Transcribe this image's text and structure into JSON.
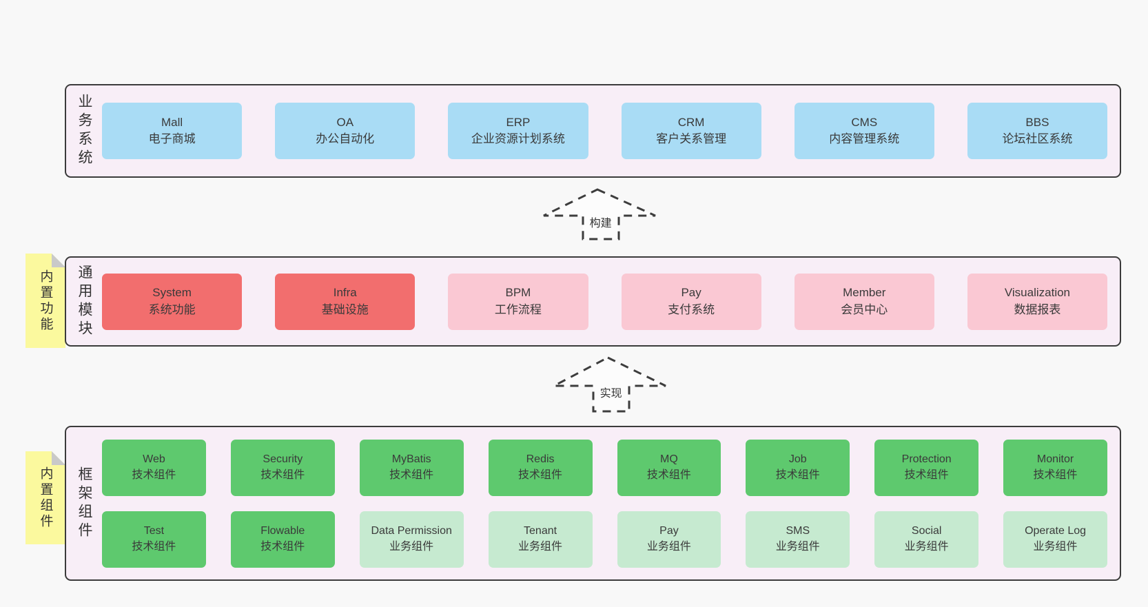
{
  "palette": {
    "background": "#f8f8f8",
    "band_fill": "#f8eef7",
    "band_border": "#3b3b3b",
    "business_box": "#a9dcf5",
    "core_module_box": "#f26e6e",
    "module_box": "#fac8d3",
    "tech_component_box": "#5ec96e",
    "biz_component_box": "#c6ead0",
    "sticky_note": "#fbf99e",
    "sticky_fold": "#c9c9c9",
    "text": "#3a3a3a"
  },
  "arrows": [
    {
      "label": "构建"
    },
    {
      "label": "实现"
    }
  ],
  "bands": [
    {
      "label": "业务系统",
      "boxes": [
        {
          "en": "Mall",
          "zh": "电子商城"
        },
        {
          "en": "OA",
          "zh": "办公自动化"
        },
        {
          "en": "ERP",
          "zh": "企业资源计划系统"
        },
        {
          "en": "CRM",
          "zh": "客户关系管理"
        },
        {
          "en": "CMS",
          "zh": "内容管理系统"
        },
        {
          "en": "BBS",
          "zh": "论坛社区系统"
        }
      ]
    },
    {
      "label": "通用模块",
      "sticky": "内置功能",
      "boxes": [
        {
          "en": "System",
          "zh": "系统功能"
        },
        {
          "en": "Infra",
          "zh": "基础设施"
        },
        {
          "en": "BPM",
          "zh": "工作流程"
        },
        {
          "en": "Pay",
          "zh": "支付系统"
        },
        {
          "en": "Member",
          "zh": "会员中心"
        },
        {
          "en": "Visualization",
          "zh": "数据报表"
        }
      ]
    },
    {
      "label": "框架组件",
      "sticky": "内置组件",
      "row1": [
        {
          "en": "Web",
          "zh": "技术组件"
        },
        {
          "en": "Security",
          "zh": "技术组件"
        },
        {
          "en": "MyBatis",
          "zh": "技术组件"
        },
        {
          "en": "Redis",
          "zh": "技术组件"
        },
        {
          "en": "MQ",
          "zh": "技术组件"
        },
        {
          "en": "Job",
          "zh": "技术组件"
        },
        {
          "en": "Protection",
          "zh": "技术组件"
        },
        {
          "en": "Monitor",
          "zh": "技术组件"
        }
      ],
      "row2": [
        {
          "en": "Test",
          "zh": "技术组件"
        },
        {
          "en": "Flowable",
          "zh": "技术组件"
        },
        {
          "en": "Data Permission",
          "zh": "业务组件"
        },
        {
          "en": "Tenant",
          "zh": "业务组件"
        },
        {
          "en": "Pay",
          "zh": "业务组件"
        },
        {
          "en": "SMS",
          "zh": "业务组件"
        },
        {
          "en": "Social",
          "zh": "业务组件"
        },
        {
          "en": "Operate Log",
          "zh": "业务组件"
        }
      ]
    }
  ]
}
